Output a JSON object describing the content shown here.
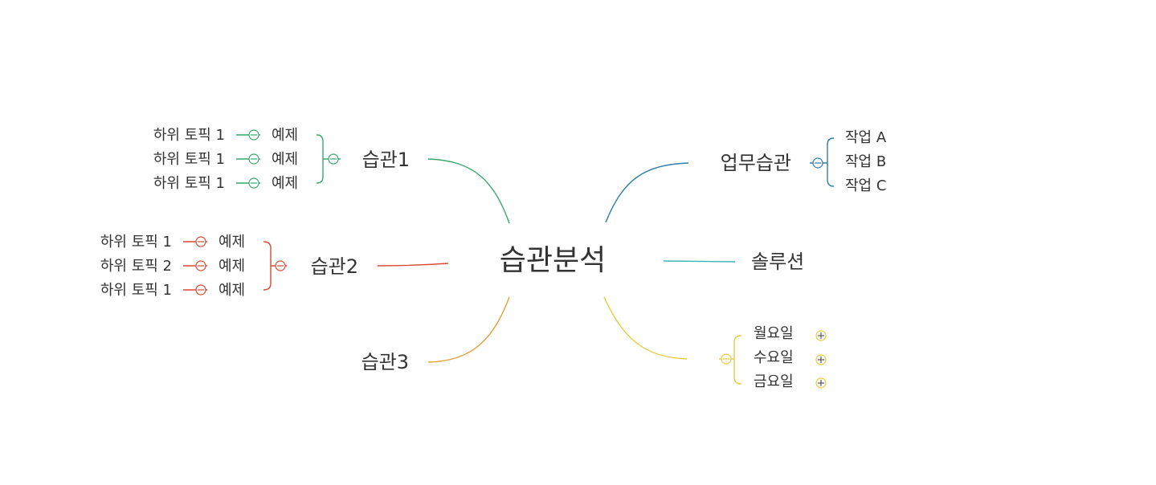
{
  "root": {
    "label": "습관분석"
  },
  "colors": {
    "habit1": "#3aa86e",
    "habit2": "#d94a35",
    "habit3": "#e0a23a",
    "work": "#2e7ea8",
    "solution": "#3bb6b6",
    "days": "#e8cc3c",
    "text": "#333333"
  },
  "icons": {
    "collapse": "collapse-circle-icon",
    "expand": "expand-circle-icon"
  },
  "branches": {
    "habit1": {
      "label": "습관1",
      "topics": [
        {
          "label": "하위 토픽 1",
          "example": "예제"
        },
        {
          "label": "하위 토픽 1",
          "example": "예제"
        },
        {
          "label": "하위 토픽 1",
          "example": "예제"
        }
      ]
    },
    "habit2": {
      "label": "습관2",
      "topics": [
        {
          "label": "하위 토픽 1",
          "example": "예제"
        },
        {
          "label": "하위 토픽 2",
          "example": "예제"
        },
        {
          "label": "하위 토픽 1",
          "example": "예제"
        }
      ]
    },
    "habit3": {
      "label": "습관3"
    },
    "work": {
      "label": "업무습관",
      "tasks": [
        "작업 A",
        "작업 B",
        "작업 C"
      ]
    },
    "solution": {
      "label": "솔루션"
    },
    "days": {
      "items": [
        "월요일",
        "수요일",
        "금요일"
      ]
    }
  }
}
